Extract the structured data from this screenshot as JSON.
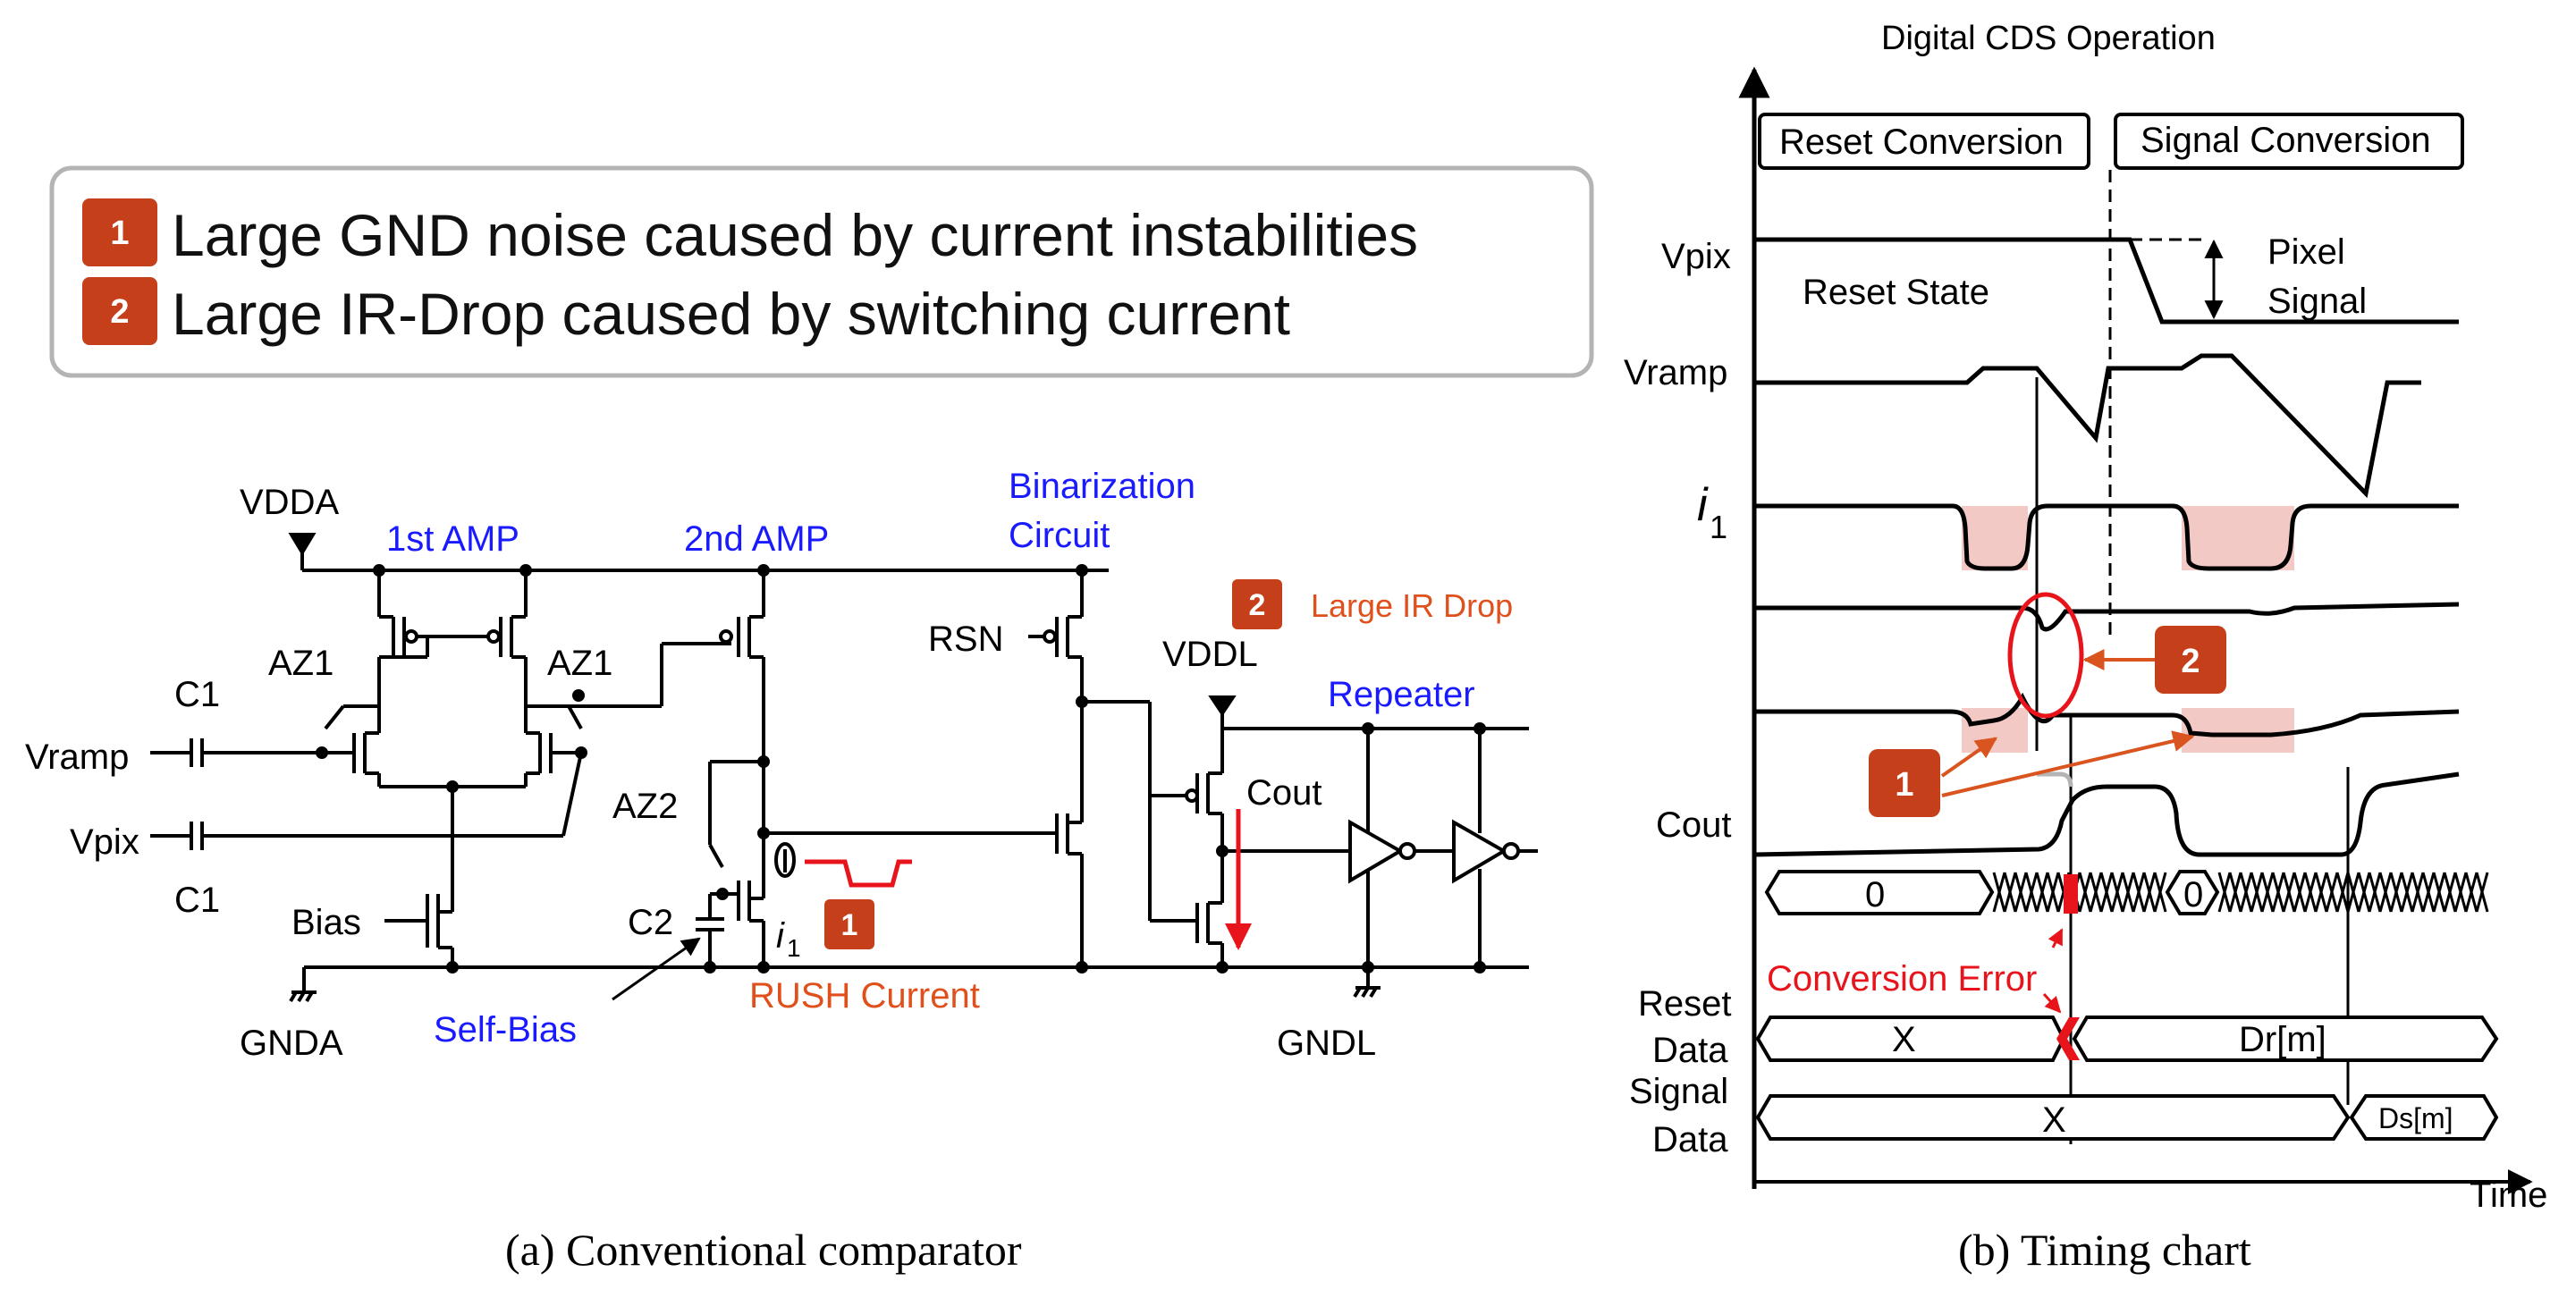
{
  "notes": {
    "item1": "Large GND noise caused by current instabilities",
    "item2": "Large IR-Drop caused by switching current",
    "badge1": "1",
    "badge2": "2"
  },
  "schematic": {
    "vdda": "VDDA",
    "gnda": "GNDA",
    "amp1": "1st AMP",
    "amp2": "2nd AMP",
    "binarization1": "Binarization",
    "binarization2": "Circuit",
    "c1_top": "C1",
    "c1_bottom": "C1",
    "az1_left": "AZ1",
    "az1_right": "AZ1",
    "az2": "AZ2",
    "vramp": "Vramp",
    "vpix": "Vpix",
    "bias": "Bias",
    "c2": "C2",
    "i1_letter": "i",
    "i1_sub": "1",
    "self_bias": "Self-Bias",
    "rush_current": "RUSH Current",
    "rsn": "RSN",
    "vddl": "VDDL",
    "gndl": "GNDL",
    "large_ir_drop": "Large IR Drop",
    "repeater": "Repeater",
    "cout": "Cout",
    "caption": "(a) Conventional comparator"
  },
  "timing": {
    "title": "Digital CDS Operation",
    "reset_conversion": "Reset Conversion",
    "signal_conversion": "Signal Conversion",
    "vpix": "Vpix",
    "reset_state": "Reset State",
    "pixel": "Pixel",
    "signal": "Signal",
    "vramp": "Vramp",
    "i1_letter": "i",
    "i1_sub": "1",
    "cout": "Cout",
    "count_zero_a": "0",
    "count_zero_b": "0",
    "conversion_error": "Conversion Error",
    "reset_data_1": "Reset",
    "reset_data_2": "Data",
    "reset_x": "X",
    "dr": "Dr[m]",
    "signal_data_1": "Signal",
    "signal_data_2": "Data",
    "signal_x": "X",
    "ds": "Ds[m]",
    "time": "Time",
    "caption": "(b) Timing chart"
  },
  "colors": {
    "badge": "#c5401a",
    "accent_blue": "#1a1aff",
    "accent_orange": "#e0501c",
    "error_red": "#e8141c",
    "shade": "#f2c9c5"
  }
}
